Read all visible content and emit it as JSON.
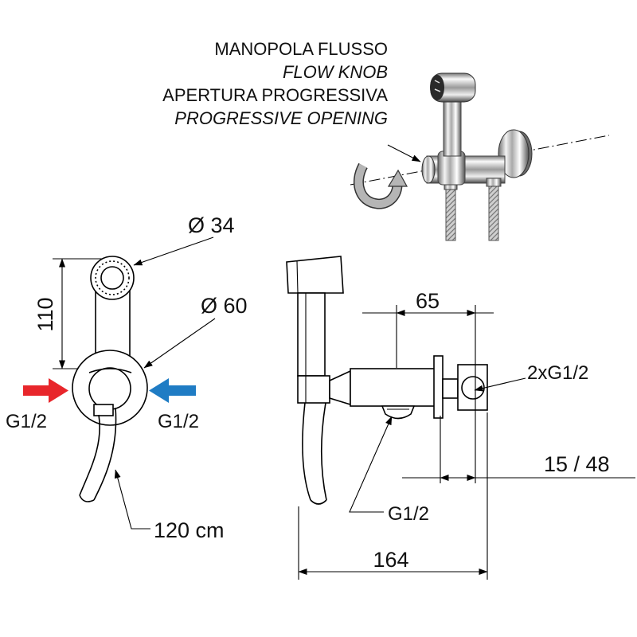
{
  "labels": {
    "knob_it": "MANOPOLA FLUSSO",
    "knob_en": "FLOW KNOB",
    "opening_it": "APERTURA PROGRESSIVA",
    "opening_en": "PROGRESSIVE OPENING"
  },
  "front_view": {
    "head_diameter": "Ø 34",
    "height": "110",
    "plate_diameter": "Ø 60",
    "inlet_left": "G1/2",
    "inlet_right": "G1/2",
    "hose_length": "120 cm"
  },
  "side_view": {
    "depth": "65",
    "outlets": "2xG1/2",
    "adjustment": "15 / 48",
    "bottom_outlet": "G1/2",
    "total_length": "164"
  },
  "icons": {
    "hot": "hot-water-arrow-icon",
    "cold": "cold-water-arrow-icon",
    "rotation": "rotation-arrow-icon"
  },
  "colors": {
    "hot": "#e8262b",
    "cold": "#1f7cc4",
    "line": "#000000"
  }
}
